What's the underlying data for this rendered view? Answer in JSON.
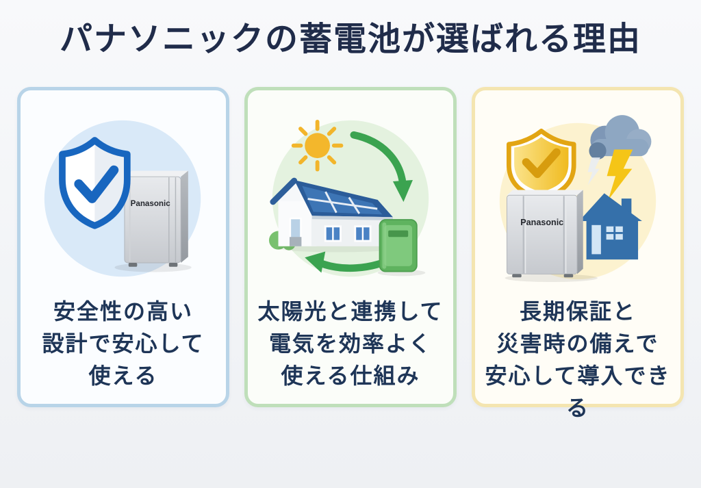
{
  "page": {
    "title": "パナソニックの蓄電池が選ばれる理由",
    "title_color": "#202c4a",
    "background": "#f2f4f6",
    "text_color": "#1e3557"
  },
  "cards": [
    {
      "id": "safety",
      "border_color": "#b8d4e8",
      "background": "#fbfdff",
      "circle_color": "#d9e9f8",
      "accent_color": "#1866bf",
      "icons": [
        "shield-check-icon",
        "battery-unit-icon"
      ],
      "battery_label": "Panasonic",
      "lines": [
        "安全性の高い",
        "設計で安心して",
        "使える"
      ]
    },
    {
      "id": "solar-link",
      "border_color": "#bfdfba",
      "background": "#fbfdf9",
      "circle_color": "#e4f2df",
      "accent_color": "#3ba350",
      "icons": [
        "sun-icon",
        "solar-house-icon",
        "energy-flow-arrow-down-icon",
        "energy-flow-arrow-left-icon",
        "green-battery-icon",
        "bush-icon"
      ],
      "lines": [
        "太陽光と連携して",
        "電気を効率よく",
        "使える仕組み"
      ]
    },
    {
      "id": "warranty-disaster",
      "border_color": "#f4e5b0",
      "background": "#fffdf6",
      "circle_color": "#fcf2cf",
      "accent_color": "#e2a513",
      "icons": [
        "gold-shield-check-icon",
        "storm-cloud-icon",
        "lightning-bolt-icon",
        "house-icon",
        "battery-unit-icon"
      ],
      "battery_label": "Panasonic",
      "lines": [
        "長期保証と",
        "災害時の備えで",
        "安心して導入できる"
      ]
    }
  ]
}
